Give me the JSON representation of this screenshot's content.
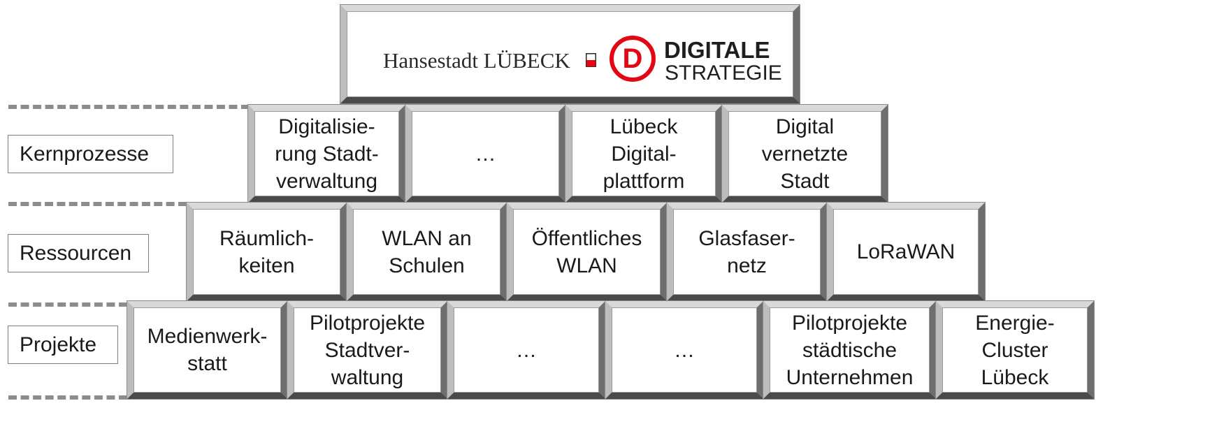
{
  "header": {
    "city_text": "Hansestadt LÜBECK",
    "logo_letter": "D",
    "logo_title": "DIGITALE",
    "logo_subtitle": "STRATEGIE",
    "accent_color": "#e30613"
  },
  "levels": [
    {
      "label": "Kernprozesse"
    },
    {
      "label": "Ressourcen"
    },
    {
      "label": "Projekte"
    }
  ],
  "rows": {
    "kernprozesse": [
      "Digitalisie-\nrung Stadt-\nverwaltung",
      "…",
      "Lübeck\nDigital-\nplattform",
      "Digital\nvernetzte\nStadt"
    ],
    "ressourcen": [
      "Räumlich-\nkeiten",
      "WLAN an\nSchulen",
      "Öffentliches\nWLAN",
      "Glasfaser-\nnetz",
      "LoRaWAN"
    ],
    "projekte": [
      "Medienwerk-\nstatt",
      "Pilotprojekte\nStadtver-\nwaltung",
      "…",
      "…",
      "Pilotprojekte\nstädtische\nUnternehmen",
      "Energie-\nCluster\nLübeck"
    ]
  }
}
